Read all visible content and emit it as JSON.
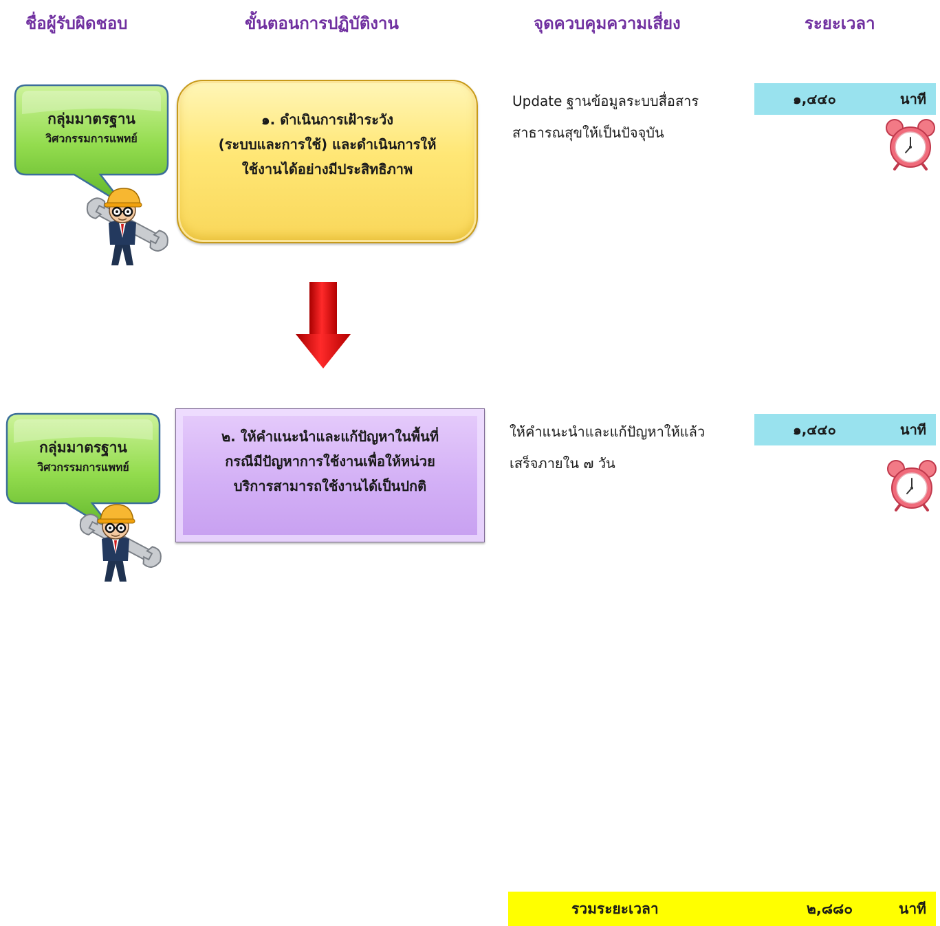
{
  "headers": {
    "responsible": "ชื่อผู้รับผิดชอบ",
    "steps": "ขั้นตอนการปฏิบัติงาน",
    "risk_control": "จุดควบคุมความเสี่ยง",
    "duration": "ระยะเวลา"
  },
  "rows": [
    {
      "responsible_line1": "กลุ่มมาตรฐาน",
      "responsible_line2": "วิศวกรรมการแพทย์",
      "step": "๑. ดำเนินการเฝ้าระวัง\n(ระบบและการใช้) และดำเนินการให้\nใช้งานได้อย่างมีประสิทธิภาพ",
      "control": "Update ฐานข้อมูลระบบสื่อสาร\nสาธารณสุขให้เป็นปัจจุบัน",
      "duration_value": "๑,๔๔๐",
      "duration_unit": "นาที"
    },
    {
      "responsible_line1": "กลุ่มมาตรฐาน",
      "responsible_line2": "วิศวกรรมการแพทย์",
      "step": "๒. ให้คำแนะนำและแก้ปัญหาในพื้นที่\nกรณีมีปัญหาการใช้งานเพื่อให้หน่วย\nบริการสามารถใช้งานได้เป็นปกติ",
      "control": "ให้คำแนะนำและแก้ปัญหาให้แล้ว\nเสร็จภายใน ๗ วัน",
      "duration_value": "๑,๔๔๐",
      "duration_unit": "นาที"
    }
  ],
  "total": {
    "label": "รวมระยะเวลา",
    "value": "๒,๘๘๐",
    "unit": "นาที"
  },
  "icons": [
    "speech-bubble",
    "engineer-with-wrench-icon",
    "down-arrow-icon",
    "alarm-clock-icon"
  ],
  "colors": {
    "header": "#7030a0",
    "step1_fill": "#ffe776",
    "step2_fill": "#d3b0f6",
    "bubble_fill": "#8fd84a",
    "duration_bar": "#99e2ee",
    "total_bar": "#ffff00",
    "arrow": "#e00000"
  }
}
